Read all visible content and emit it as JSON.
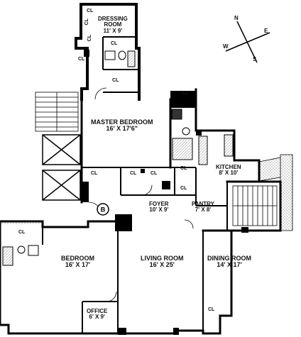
{
  "rooms": {
    "dressing": {
      "name": "DRESSING\nROOM",
      "line1": "DRESSING",
      "line2": "ROOM",
      "dim": "11' X 9'"
    },
    "master": {
      "name": "MASTER BEDROOM",
      "dim": "16' X 17'6\""
    },
    "kitchen": {
      "name": "KITCHEN",
      "dim": "8' X 10'"
    },
    "foyer": {
      "name": "FOYER",
      "dim": "10' X 9'"
    },
    "pantry": {
      "name": "PANTRY",
      "dim": "7' X 8'"
    },
    "bedroom": {
      "name": "BEDROOM",
      "dim": "16' X 17'"
    },
    "living": {
      "name": "LIVING ROOM",
      "dim": "16' X 25'"
    },
    "dining": {
      "name": "DINING ROOM",
      "dim": "14' X 17'"
    },
    "office": {
      "name": "OFFICE",
      "dim": "6' X 9'"
    }
  },
  "closet_label": "CL",
  "elevator_marker": "B",
  "compass": {
    "n": "N",
    "e": "E",
    "s": "S",
    "w": "W"
  }
}
